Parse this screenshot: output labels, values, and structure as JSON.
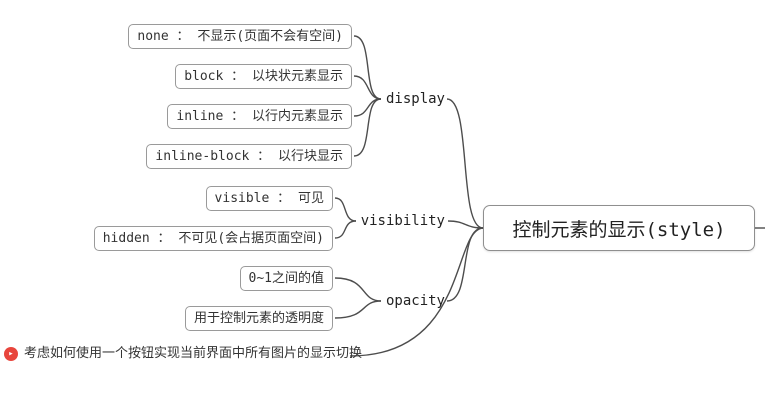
{
  "colors": {
    "connector_line": "#4d4d4d",
    "node_border": "#9a9a9a",
    "note_icon_red": "#e8453c",
    "text": "#333333"
  },
  "root": {
    "label": "控制元素的显示(style)"
  },
  "branches": [
    {
      "label": "display",
      "children": [
        {
          "label": "none ： 不显示(页面不会有空间)"
        },
        {
          "label": "block ： 以块状元素显示"
        },
        {
          "label": "inline ： 以行内元素显示"
        },
        {
          "label": "inline-block ： 以行块显示"
        }
      ]
    },
    {
      "label": "visibility",
      "children": [
        {
          "label": "visible ： 可见"
        },
        {
          "label": "hidden ： 不可见(会占据页面空间)"
        }
      ]
    },
    {
      "label": "opacity",
      "children": [
        {
          "label": "0~1之间的值"
        },
        {
          "label": "用于控制元素的透明度"
        }
      ]
    }
  ],
  "note": {
    "icon_glyph": "▸",
    "label": "考虑如何使用一个按钮实现当前界面中所有图片的显示切换"
  }
}
